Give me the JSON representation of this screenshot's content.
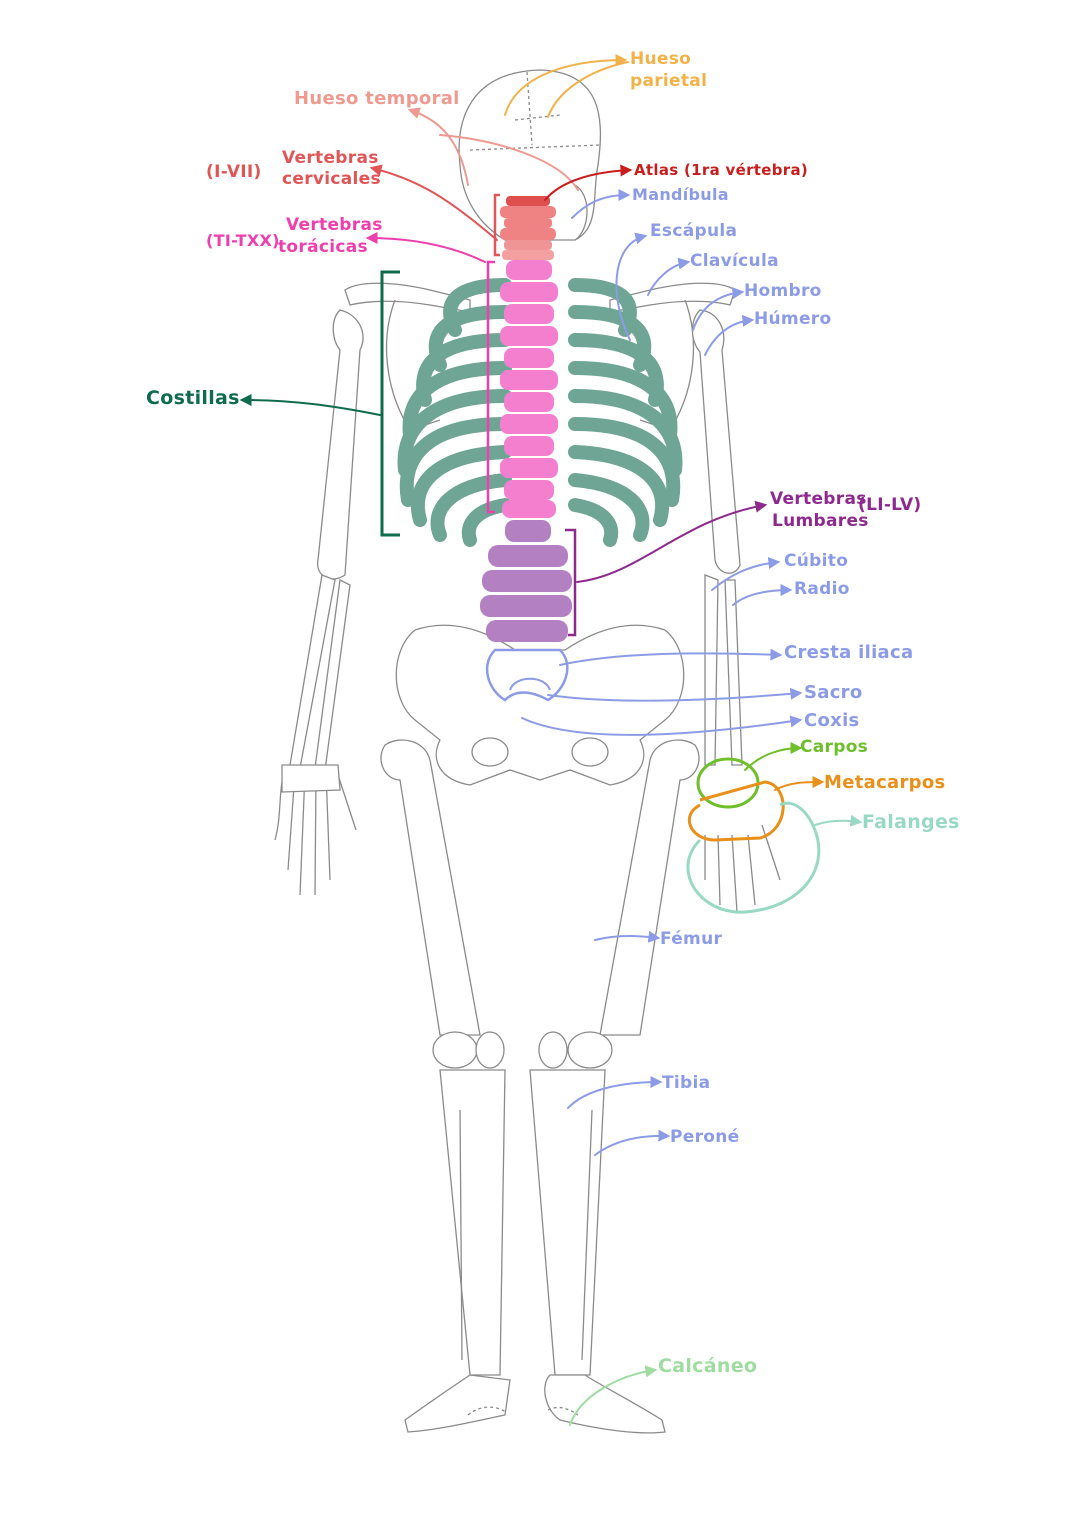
{
  "labels": {
    "parietal_1": "Hueso",
    "parietal_2": "parietal",
    "temporal": "Hueso temporal",
    "cervical_range": "(I-VII)",
    "cervical_1": "Vertebras",
    "cervical_2": "cervicales",
    "atlas": "Atlas (1ra vértebra)",
    "mandibula": "Mandíbula",
    "thoracic_range": "(TI-TXX)",
    "thoracic_1": "Vertebras",
    "thoracic_2": "torácicas",
    "escapula": "Escápula",
    "clavicula": "Clavícula",
    "hombro": "Hombro",
    "humero": "Húmero",
    "costillas": "Costillas",
    "lumbar_1": "Vertebras",
    "lumbar_2": "Lumbares",
    "lumbar_range": "(LI-LV)",
    "cubito": "Cúbito",
    "radio": "Radio",
    "cresta": "Cresta iliaca",
    "sacro": "Sacro",
    "coxis": "Coxis",
    "carpos": "Carpos",
    "metacarpos": "Metacarpos",
    "falanges": "Falanges",
    "femur": "Fémur",
    "tibia": "Tibia",
    "perone": "Peroné",
    "calcaneo": "Calcáneo"
  },
  "colors": {
    "parietal": "#f2b24a",
    "temporal": "#ee9a90",
    "cervical": "#e05555",
    "atlas": "#c81e1e",
    "thoracic": "#ee3fae",
    "ribs": "#6fa594",
    "ribs_label": "#0e6b4e",
    "lumbar": "#8e2a8e",
    "lumbar_fill": "#b380c2",
    "blue": "#8c9be6",
    "carpos": "#6fbf2a",
    "metacarpos": "#e8901a",
    "falanges": "#9ad8c6",
    "calcaneo": "#9edca0",
    "cervical_fill": "#ef8282",
    "thoracic_fill": "#f57fcf"
  }
}
